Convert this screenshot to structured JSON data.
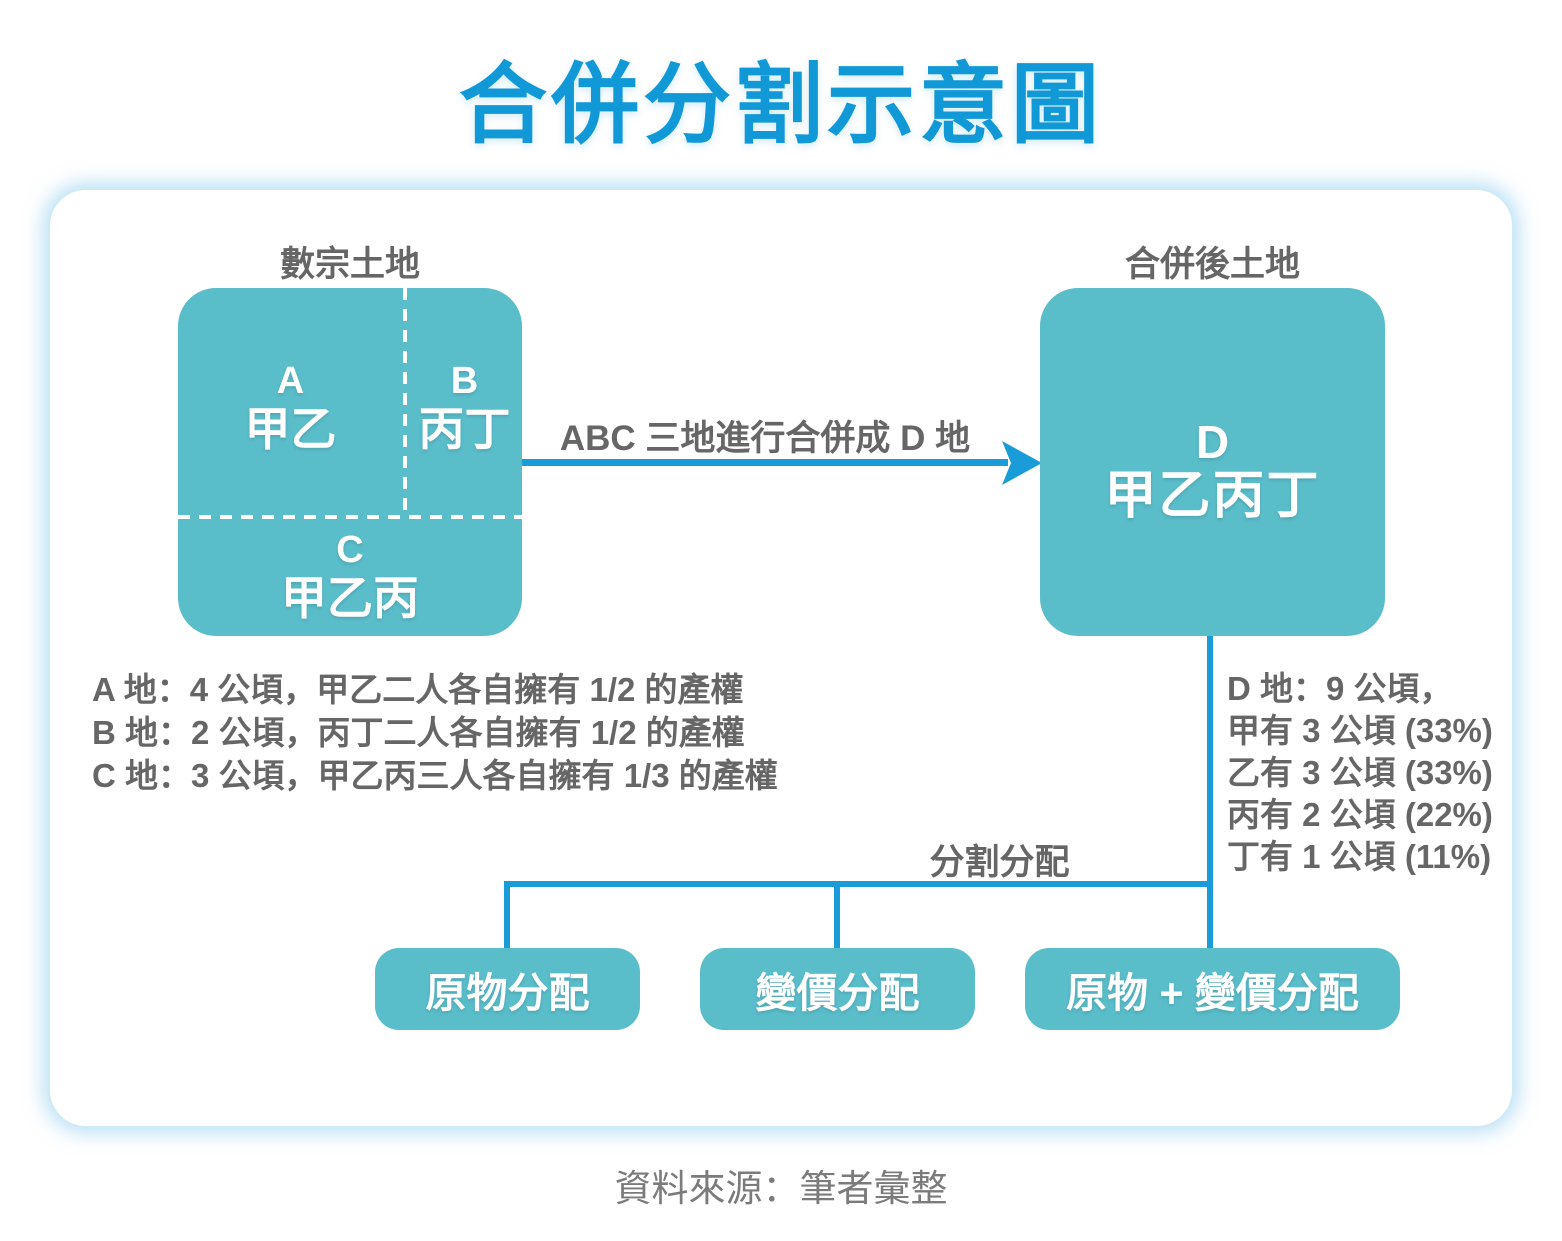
{
  "title": "合併分割示意圖",
  "colors": {
    "accent_blue": "#199cd8",
    "title_blue": "#1198d6",
    "teal": "#5abdca",
    "text_gray": "#666666",
    "card_glow": "#8ccbee"
  },
  "left_group": {
    "label": "數宗土地",
    "parcels": {
      "a": {
        "id": "A",
        "owners": "甲乙"
      },
      "b": {
        "id": "B",
        "owners": "丙丁"
      },
      "c": {
        "id": "C",
        "owners": "甲乙丙"
      }
    },
    "details": [
      "A 地：4 公頃，甲乙二人各自擁有 1/2 的產權",
      "B 地：2 公頃，丙丁二人各自擁有 1/2 的產權",
      "C 地：3 公頃，甲乙丙三人各自擁有 1/3 的產權"
    ]
  },
  "merge_arrow": {
    "label": "ABC 三地進行合併成 D 地"
  },
  "right_group": {
    "label": "合併後土地",
    "parcel": {
      "id": "D",
      "owners": "甲乙丙丁"
    },
    "details": [
      "D 地：9 公頃，",
      "甲有 3 公頃 (33%)",
      "乙有 3 公頃 (33%)",
      "丙有 2 公頃 (22%)",
      "丁有 1 公頃 (11%)"
    ]
  },
  "division": {
    "label": "分割分配",
    "options": [
      "原物分配",
      "變價分配",
      "原物 + 變價分配"
    ]
  },
  "source": "資料來源：筆者彙整"
}
